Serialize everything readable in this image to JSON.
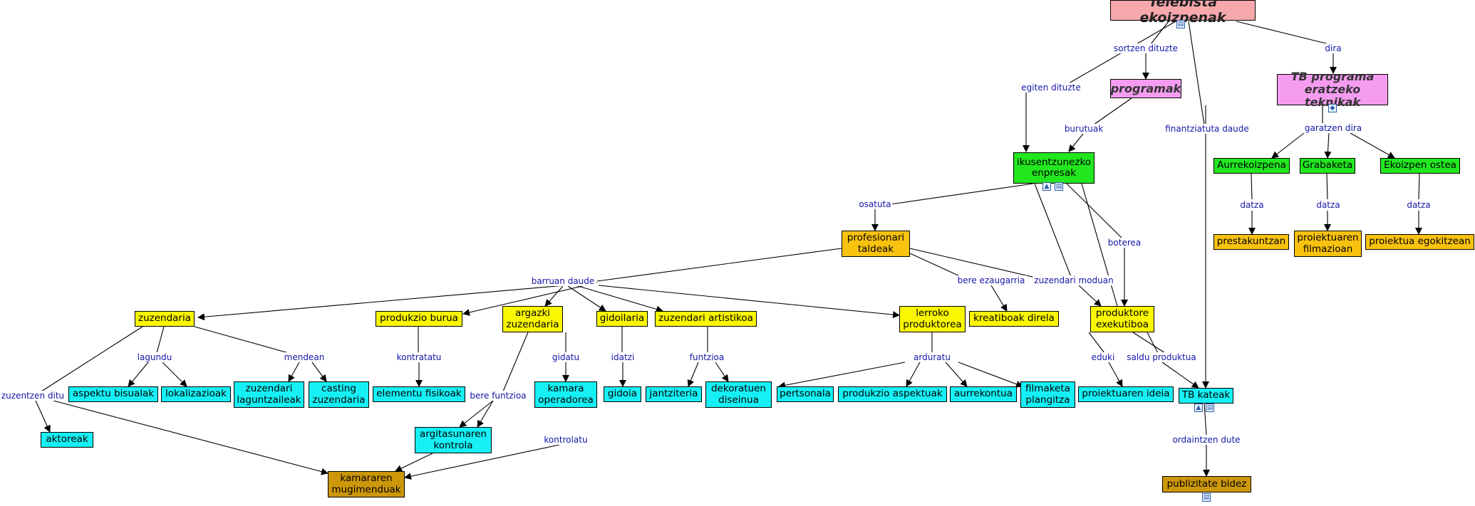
{
  "nodes": {
    "telebista": "Telebista ekoizpenak",
    "programak": "programak",
    "teknikak": "TB programa\neratzeko teknikak",
    "enpresak": "ikusentzunezko\nenpresak",
    "aurrekoizpena": "Aurrekoizpena",
    "grabaketa": "Grabaketa",
    "ekoizpen_ostea": "Ekoizpen ostea",
    "prestakuntzan": "prestakuntzan",
    "filmazioan": "proiektuaren\nfilmazioan",
    "egokitzean": "proiektua egokitzean",
    "profesionari": "profesionari\ntaldeak",
    "zuzendaria": "zuzendaria",
    "produkzio_burua": "produkzio burua",
    "argazki_zuzendaria": "argazki\nzuzendaria",
    "gidoilaria": "gidoilaria",
    "zuzendari_artistikoa": "zuzendari artistikoa",
    "lerroko_produktorea": "lerroko\nproduktorea",
    "kreatiboak": "kreatiboak direla",
    "produktore_exekutiboa": "produktore\nexekutiboa",
    "aspektu_bisualak": "aspektu bisualak",
    "lokalizazioak": "lokalizazioak",
    "zuzendari_laguntzaileak": "zuzendari\nlaguntzaileak",
    "casting": "casting\nzuzendaria",
    "elementu_fisikoak": "elementu fisikoak",
    "kamara_operadorea": "kamara\noperadorea",
    "gidoia": "gidoia",
    "jantziteria": "jantziteria",
    "dekoratuen": "dekoratuen\ndiseinua",
    "pertsonala": "pertsonala",
    "produkzio_aspektuak": "produkzio aspektuak",
    "aurrekontua": "aurrekontua",
    "filmaketa": "filmaketa\nplangitza",
    "proiektuaren_ideia": "proiektuaren ideia",
    "tb_kateak": "TB kateak",
    "aktoreak": "aktoreak",
    "argitasuna": "argitasunaren\nkontrola",
    "kamararen": "kamararen\nmugimenduak",
    "publizitate": "publizitate bidez"
  },
  "links": {
    "sortzen": "sortzen dituzte",
    "dira": "dira",
    "egiten": "egiten dituzte",
    "burutuak": "burutuak",
    "finantziatuta": "finantziatuta daude",
    "garatzen": "garatzen dira",
    "datza1": "datza",
    "datza2": "datza",
    "datza3": "datza",
    "osatuta": "osatuta",
    "boterea": "boterea",
    "barruan": "barruan daude",
    "ezaugarria": "bere ezaugarria",
    "zuzendari_moduan": "zuzendari moduan",
    "lagundu": "lagundu",
    "mendean": "mendean",
    "kontratatu": "kontratatu",
    "gidatu": "gidatu",
    "idatzi": "idatzi",
    "funtzioa": "funtzioa",
    "arduratu": "arduratu",
    "eduki": "eduki",
    "saldu": "saldu produktua",
    "zuzentzen": "zuzentzen ditu",
    "bere_funtzioa": "bere funtzioa",
    "kontrolatu": "kontrolatu",
    "ordaintzen": "ordaintzen dute"
  },
  "colors": {
    "line": "#000000",
    "link_text": "#1515a8",
    "pink": "#f7a8ad",
    "magenta": "#f59cf1",
    "green": "#22e71f",
    "orange": "#f9c20f",
    "yellow": "#fbf700",
    "cyan": "#16f0f5",
    "brown": "#cc9709"
  },
  "icons": [
    "document-icon",
    "image-icon",
    "document-icon",
    "concept-map-icon",
    "image-icon",
    "document-icon",
    "document-icon"
  ]
}
